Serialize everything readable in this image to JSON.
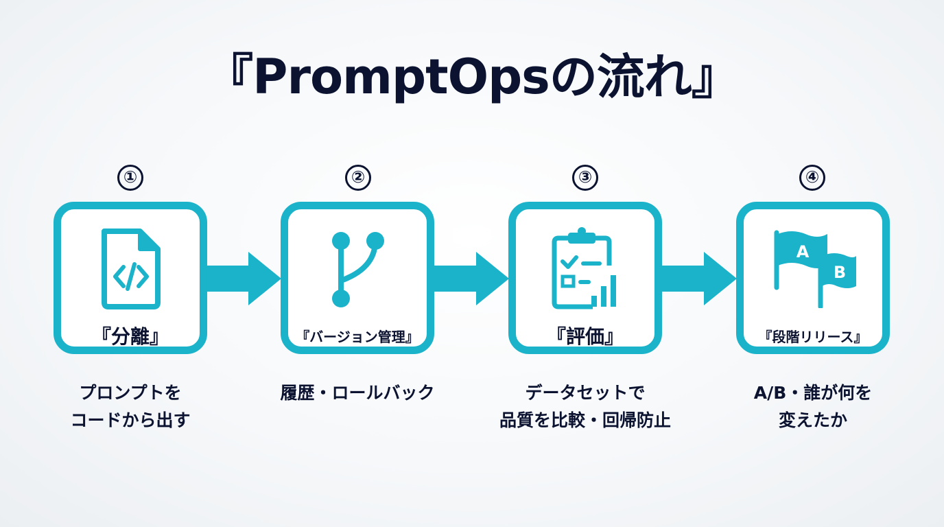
{
  "title": "『PromptOpsの流れ』",
  "colors": {
    "accent": "#1bb3c9",
    "text": "#0b1330"
  },
  "steps": [
    {
      "number": "①",
      "icon": "code-file-icon",
      "label": "『分離』",
      "desc_lines": [
        "プロンプトを",
        "コードから出す"
      ]
    },
    {
      "number": "②",
      "icon": "git-branch-icon",
      "label": "『バージョン管理』",
      "desc_lines": [
        "履歴・ロールバック"
      ]
    },
    {
      "number": "③",
      "icon": "clipboard-checklist-icon",
      "label": "『評価』",
      "desc_lines": [
        "データセットで",
        "品質を比較・回帰防止"
      ]
    },
    {
      "number": "④",
      "icon": "ab-flags-icon",
      "label": "『段階リリース』",
      "desc_lines": [
        "A/B・誰が何を",
        "変えたか"
      ]
    }
  ],
  "flag_letters": [
    "A",
    "B"
  ]
}
